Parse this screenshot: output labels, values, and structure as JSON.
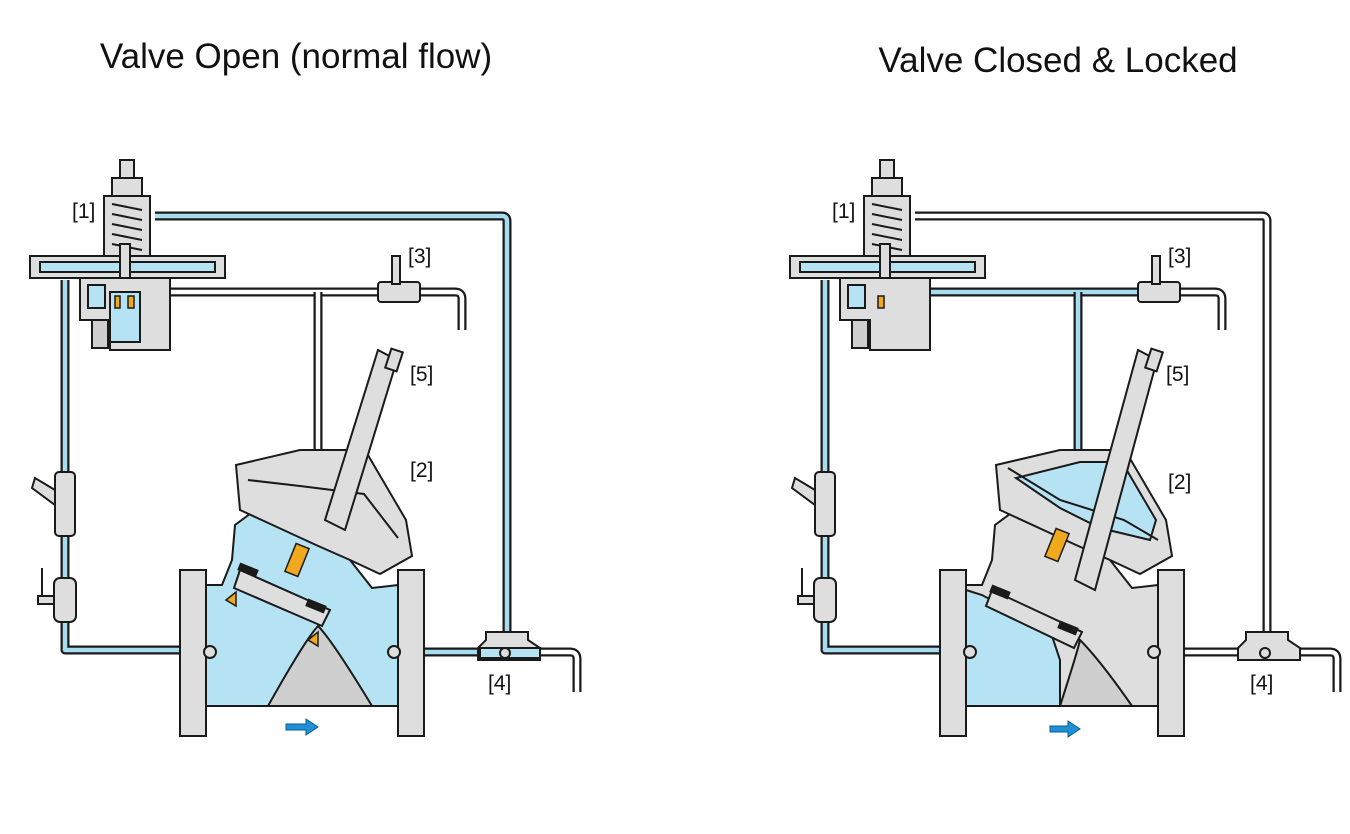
{
  "panels": [
    {
      "id": "open",
      "title": "Valve Open (normal flow)",
      "pilot_to_outlet_filled": true,
      "pilot_to_chamber_filled": false,
      "chamber_filled": false,
      "outlet_filled": true
    },
    {
      "id": "closed",
      "title": "Valve Closed & Locked",
      "pilot_to_outlet_filled": false,
      "pilot_to_chamber_filled": true,
      "chamber_filled": true,
      "outlet_filled": false
    }
  ],
  "labels": {
    "pilot": "[1]",
    "main_valve": "[2]",
    "needle_valve": "[3]",
    "check_valve": "[4]",
    "position_indicator": "[5]"
  },
  "colors": {
    "water": "#b6e3f4",
    "metal": "#dedede",
    "brass": "#f0a81c",
    "flow_arrow": "#1e90d6"
  }
}
